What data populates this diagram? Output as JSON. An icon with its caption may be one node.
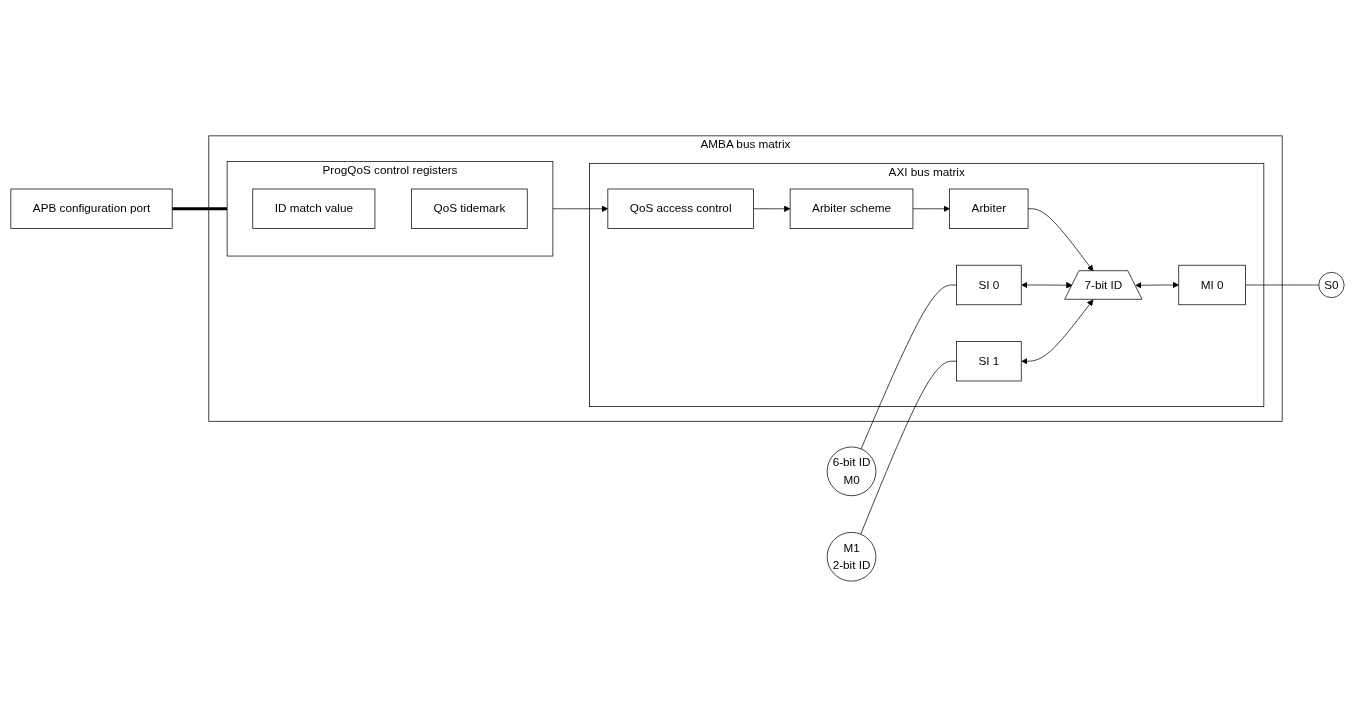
{
  "diagram": {
    "nodes": [
      {
        "text": [
          "APB configuration port"
        ]
      },
      {
        "text": [
          "AMBA bus matrix"
        ]
      },
      {
        "text": [
          "ProgQoS control registers"
        ],
        "in": 1
      },
      {
        "text": [
          "ID match value"
        ],
        "in": 2
      },
      {
        "text": [
          "QoS tidemark"
        ],
        "in": 2
      },
      {
        "text": [
          "AXI bus matrix"
        ],
        "in": 1
      },
      {
        "text": [
          "QoS access control"
        ],
        "in": 5
      },
      {
        "text": [
          "Arbiter scheme"
        ],
        "in": 5
      },
      {
        "text": [
          "Arbiter"
        ],
        "in": 5
      },
      {
        "text": [
          "7-bit ID"
        ],
        "in": 5
      },
      {
        "text": [
          "SI 0"
        ],
        "in": 5
      },
      {
        "text": [
          "SI 1"
        ],
        "in": 5
      },
      {
        "text": [
          "MI 0"
        ],
        "in": 5
      },
      {
        "text": [
          "6-bit ID",
          "M0"
        ]
      },
      {
        "text": [
          "M1",
          "2-bit ID"
        ]
      },
      {
        "text": [
          "S0"
        ]
      }
    ],
    "edges": [
      {
        "from": 0,
        "to": 2,
        "arrow": "none",
        "style": "thick"
      },
      {
        "from": 2,
        "to": 6,
        "arrow": "to"
      },
      {
        "from": 6,
        "to": 7,
        "arrow": "to"
      },
      {
        "from": 7,
        "to": 8,
        "arrow": "to"
      },
      {
        "from": 8,
        "to": 9,
        "arrow": "to"
      },
      {
        "from": 13,
        "to": 10,
        "arrow": "none"
      },
      {
        "from": 10,
        "to": 9,
        "arrow": "both"
      },
      {
        "from": 14,
        "to": 11,
        "arrow": "none"
      },
      {
        "from": 11,
        "to": 9,
        "arrow": "both"
      },
      {
        "from": 9,
        "to": 12,
        "arrow": "both"
      },
      {
        "from": 12,
        "to": 15,
        "arrow": "none"
      }
    ]
  }
}
